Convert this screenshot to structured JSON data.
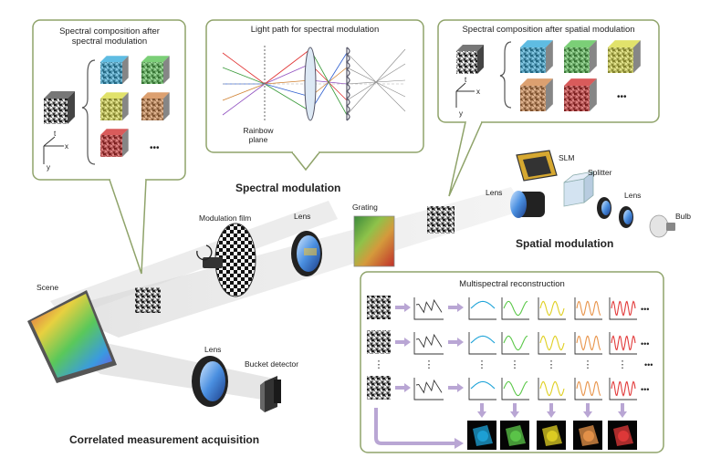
{
  "panels": {
    "spectral_composition": {
      "title_line1": "Spectral composition after",
      "title_line2": "spectral modulation",
      "axis_t": "t",
      "axis_x": "x",
      "axis_y": "y",
      "ellipsis": "•••"
    },
    "light_path": {
      "title": "Light path for spectral modulation",
      "rainbow_line1": "Rainbow",
      "rainbow_line2": "plane"
    },
    "spatial_composition": {
      "title": "Spectral composition after spatial modulation",
      "axis_t": "t",
      "axis_x": "x",
      "axis_y": "y",
      "ellipsis": "•••"
    },
    "reconstruction": {
      "title": "Multispectral reconstruction",
      "ellipsis": "•••",
      "vdots": "⋮"
    }
  },
  "labels": {
    "spectral_modulation": "Spectral modulation",
    "spatial_modulation": "Spatial modulation",
    "correlated_acquisition": "Correlated measurement acquisition",
    "scene": "Scene",
    "modulation_film": "Modulation film",
    "lens_center": "Lens",
    "grating": "Grating",
    "lens_right": "Lens",
    "slm": "SLM",
    "splitter": "Splitter",
    "lens_far": "Lens",
    "bulb": "Bulb",
    "lens_bottom": "Lens",
    "bucket_detector": "Bucket detector"
  },
  "colors": {
    "panel_border": "#8fa36a",
    "arrow_purple": "#b9a6d4",
    "cube_colors": [
      "#2aa6d8",
      "#4fbf4a",
      "#d7d83a",
      "#d08040",
      "#cc2424"
    ],
    "curve_colors": [
      "#1ea3d8",
      "#5cc84a",
      "#e0d024",
      "#e8944a",
      "#e23a3a"
    ]
  }
}
